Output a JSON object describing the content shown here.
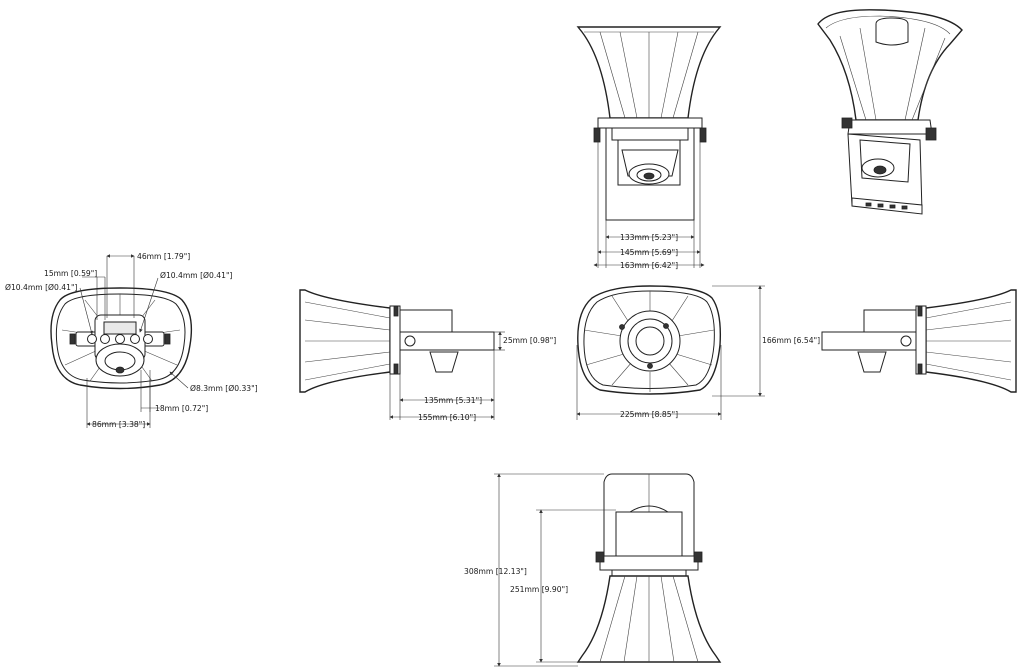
{
  "drawing": {
    "views": {
      "rear": {
        "dims": {
          "hole_top": "Ø10.4mm [Ø0.41\"]",
          "slot_spacing": "15mm [0.59\"]",
          "mount_width": "46mm [1.79\"]",
          "hole_side": "Ø10.4mm [Ø0.41\"]",
          "small_hole": "Ø8.3mm [Ø0.33\"]",
          "offset": "18mm [0.72\"]",
          "base_width": "86mm [3.38\"]"
        }
      },
      "front_elevation": {
        "dims": {
          "inner_width": "133mm [5.23\"]",
          "bracket_width": "145mm [5.69\"]",
          "overall_width": "163mm [6.42\"]"
        }
      },
      "side": {
        "dims": {
          "bracket_height": "25mm [0.98\"]",
          "bracket_depth": "135mm [5.31\"]",
          "overall_depth": "155mm [6.10\"]"
        }
      },
      "mouth": {
        "dims": {
          "height": "166mm [6.54\"]",
          "width": "225mm [8.85\"]"
        }
      },
      "top": {
        "dims": {
          "overall_height": "308mm [12.13\"]",
          "body_height": "251mm [9.90\"]"
        }
      }
    }
  }
}
